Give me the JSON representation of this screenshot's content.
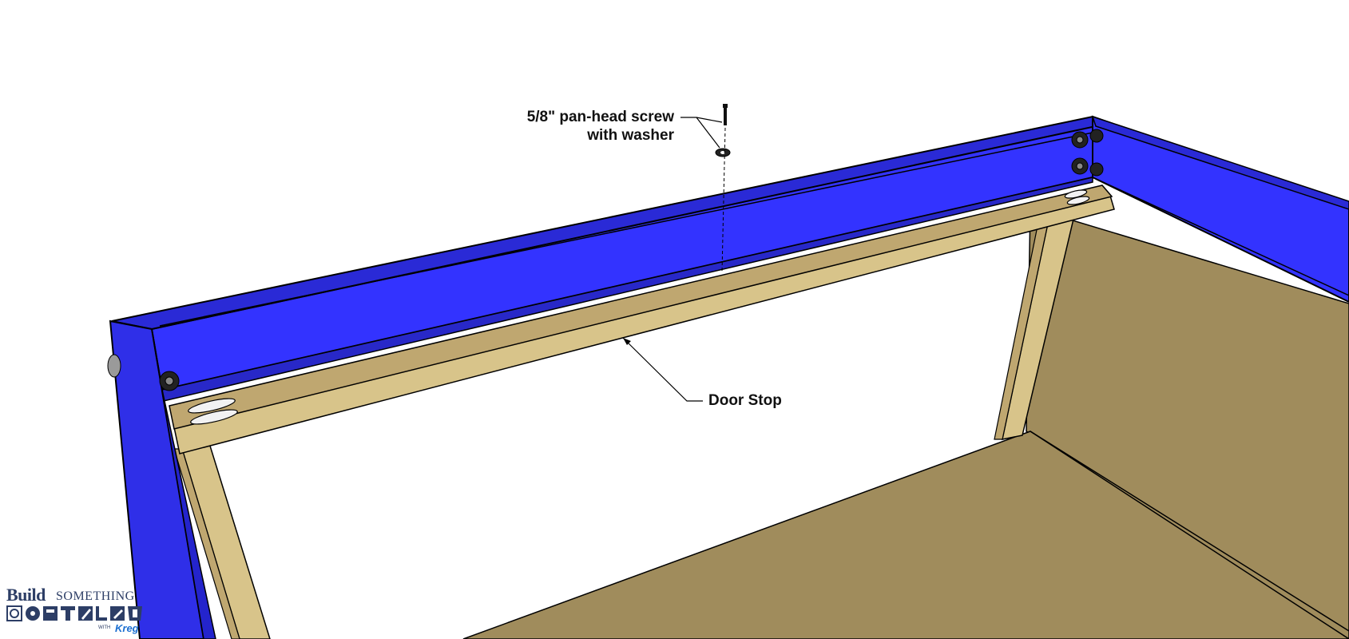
{
  "labels": {
    "screw_line1": "5/8\" pan-head screw",
    "screw_line2": "with washer",
    "door_stop": "Door Stop"
  },
  "logo": {
    "build": "Build",
    "something": "SOMETHING",
    "with": "WITH",
    "kreg": "Kreg"
  },
  "colors": {
    "frame_blue": "#3333ff",
    "frame_blue_dark": "#2424cc",
    "wood_light": "#d8c48a",
    "wood_mid": "#bfa770",
    "panel_tan": "#a08c5c",
    "logo_navy": "#2d3e66",
    "logo_kreg": "#1c6fd1"
  },
  "icons": [
    "screw-icon",
    "washer-icon",
    "bolt-head-icon",
    "pocket-hole-icon",
    "tool-icons"
  ]
}
